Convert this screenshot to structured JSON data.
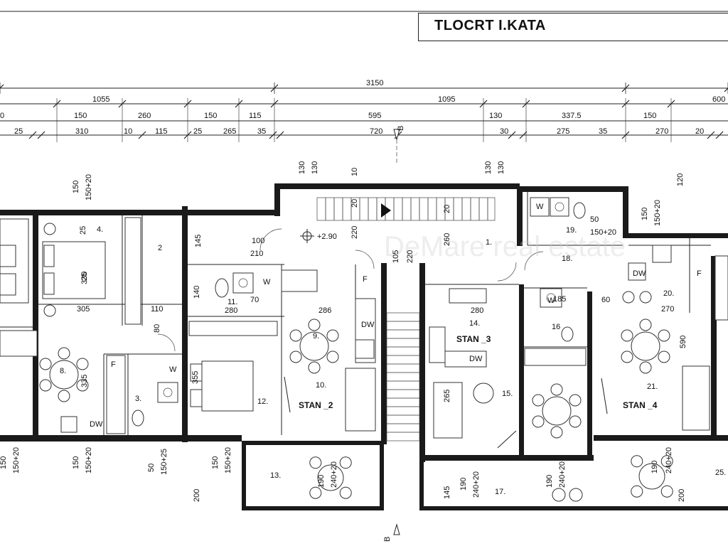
{
  "title": "TLOCRT I.KATA",
  "dims_top_total": "3150",
  "dims_row1": [
    "1055",
    "1095",
    "600"
  ],
  "dims_row2": [
    "0",
    "150",
    "260",
    "150",
    "115",
    "595",
    "130",
    "337.5",
    "150"
  ],
  "dims_row3": [
    "25",
    "310",
    "10",
    "115",
    "25",
    "265",
    "35",
    "720",
    "30",
    "275",
    "35",
    "270",
    "20"
  ],
  "section_marks": [
    "B",
    "B"
  ],
  "level_mark": "+2.90",
  "rooms": [
    "1.",
    "2",
    "3.",
    "4.",
    "8.",
    "9.",
    "10.",
    "11.",
    "12.",
    "13.",
    "14.",
    "15.",
    "16",
    "17.",
    "18.",
    "19.",
    "20.",
    "21.",
    "25."
  ],
  "apartments": [
    "STAN _2",
    "STAN _3",
    "STAN _4"
  ],
  "small_dims": [
    "150",
    "150+20",
    "25",
    "130",
    "10",
    "20",
    "220",
    "260",
    "105",
    "120",
    "100",
    "210",
    "70",
    "280",
    "286",
    "305",
    "110",
    "80",
    "335",
    "355",
    "140",
    "190",
    "240+20",
    "145",
    "200",
    "50",
    "150+25",
    "265",
    "185",
    "60",
    "270",
    "590",
    "330",
    "145",
    "25"
  ],
  "appliance_labels": [
    "W",
    "DW",
    "F"
  ],
  "watermark": "DeMare real estate"
}
